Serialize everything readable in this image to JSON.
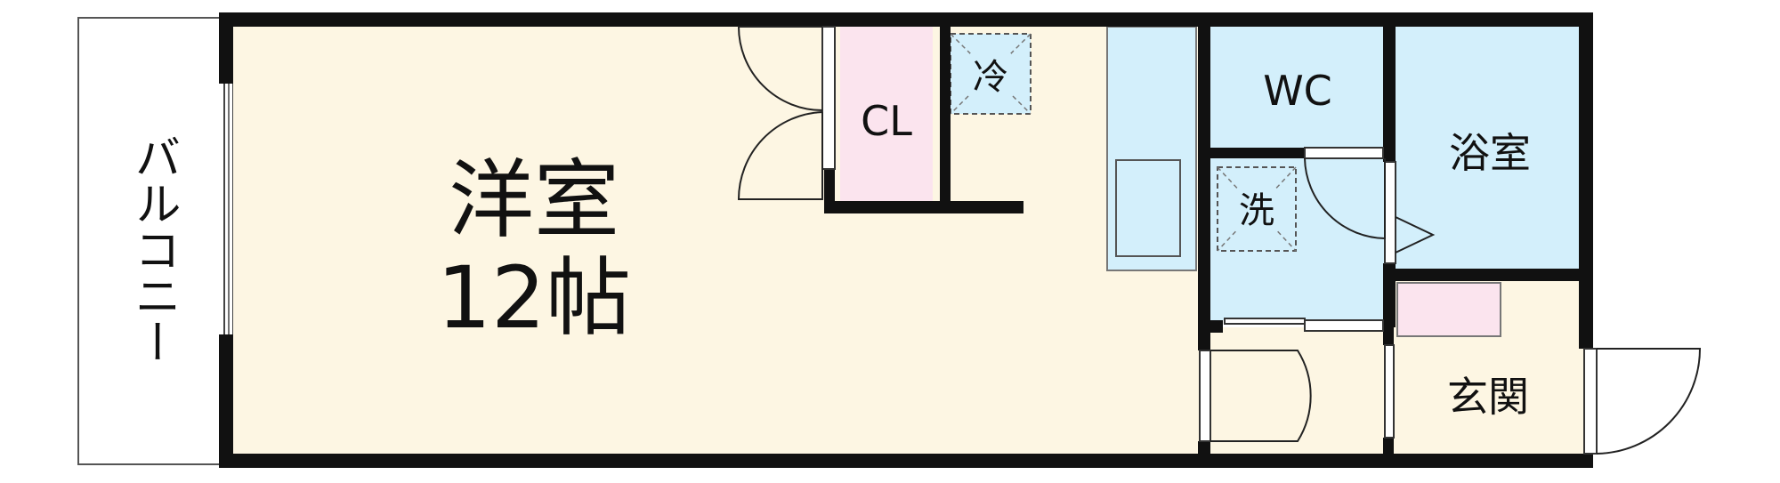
{
  "rooms": {
    "western_room": {
      "name": "洋室",
      "size": "12帖"
    },
    "closet": "CL",
    "fridge": "冷",
    "wc": "WC",
    "bathroom": "浴室",
    "washer": "洗",
    "entrance": "玄関",
    "balcony": "バルコニー"
  },
  "colors": {
    "floor_cream": "#fdf6e3",
    "wet_blue": "#d3effb",
    "closet_pink": "#fbe4ee",
    "wall": "#111111",
    "door_line": "#222222"
  }
}
